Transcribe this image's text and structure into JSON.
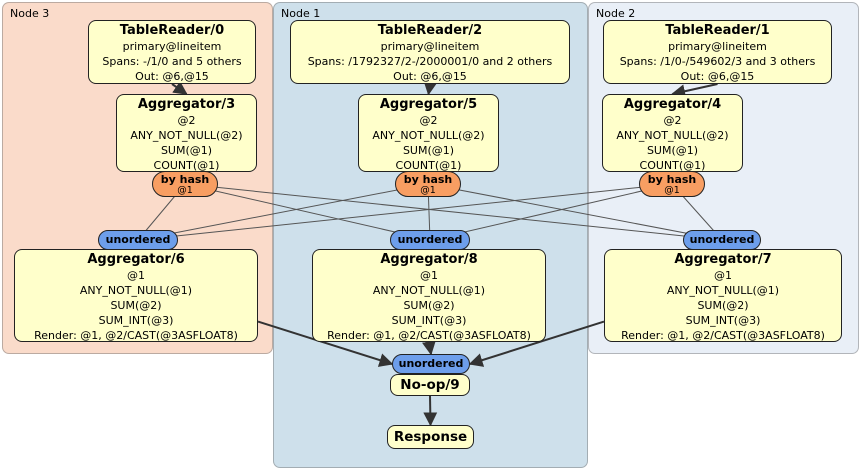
{
  "regions": [
    {
      "label": "Node 3"
    },
    {
      "label": "Node 1"
    },
    {
      "label": "Node 2"
    }
  ],
  "colors": {
    "node3_bg": "#fadbca",
    "node1_bg": "#cee0eb",
    "node2_bg": "#e9eff7",
    "box_bg": "#ffffcb",
    "hash_bg": "#f89e62",
    "sync_bg": "#6d9eeb",
    "edge_thick": "#333333",
    "edge_thin": "#555555"
  },
  "boxes": {
    "tr0": {
      "title": "TableReader/0",
      "lines": [
        "primary@lineitem",
        "Spans: -/1/0 and 5 others",
        "Out: @6,@15"
      ]
    },
    "tr2": {
      "title": "TableReader/2",
      "lines": [
        "primary@lineitem",
        "Spans: /1792327/2-/2000001/0 and 2 others",
        "Out: @6,@15"
      ]
    },
    "tr1": {
      "title": "TableReader/1",
      "lines": [
        "primary@lineitem",
        "Spans: /1/0-/549602/3 and 3 others",
        "Out: @6,@15"
      ]
    },
    "agg3": {
      "title": "Aggregator/3",
      "lines": [
        "@2",
        "ANY_NOT_NULL(@2)",
        "SUM(@1)",
        "COUNT(@1)"
      ]
    },
    "agg5": {
      "title": "Aggregator/5",
      "lines": [
        "@2",
        "ANY_NOT_NULL(@2)",
        "SUM(@1)",
        "COUNT(@1)"
      ]
    },
    "agg4": {
      "title": "Aggregator/4",
      "lines": [
        "@2",
        "ANY_NOT_NULL(@2)",
        "SUM(@1)",
        "COUNT(@1)"
      ]
    },
    "agg6": {
      "title": "Aggregator/6",
      "lines": [
        "@1",
        "ANY_NOT_NULL(@1)",
        "SUM(@2)",
        "SUM_INT(@3)",
        "Render: @1, @2/CAST(@3ASFLOAT8)"
      ]
    },
    "agg8": {
      "title": "Aggregator/8",
      "lines": [
        "@1",
        "ANY_NOT_NULL(@1)",
        "SUM(@2)",
        "SUM_INT(@3)",
        "Render: @1, @2/CAST(@3ASFLOAT8)"
      ]
    },
    "agg7": {
      "title": "Aggregator/7",
      "lines": [
        "@1",
        "ANY_NOT_NULL(@1)",
        "SUM(@2)",
        "SUM_INT(@3)",
        "Render: @1, @2/CAST(@3ASFLOAT8)"
      ]
    },
    "noop": {
      "title": "No-op/9"
    },
    "response": {
      "title": "Response"
    }
  },
  "routers": {
    "hash": {
      "label": "by hash",
      "sub": "@1"
    },
    "unordered": {
      "label": "unordered"
    }
  },
  "edges": [
    {
      "from": "tr0",
      "to": "agg3",
      "style": "thick",
      "fromA": "bottom",
      "toA": "top"
    },
    {
      "from": "tr2",
      "to": "agg5",
      "style": "thick",
      "fromA": "bottom",
      "toA": "top"
    },
    {
      "from": "tr1",
      "to": "agg4",
      "style": "thick",
      "fromA": "bottom",
      "toA": "top"
    },
    {
      "from": "hash1",
      "to": "un1",
      "style": "thin",
      "fromA": "center",
      "toA": "center"
    },
    {
      "from": "hash1",
      "to": "un2",
      "style": "thin",
      "fromA": "center",
      "toA": "center"
    },
    {
      "from": "hash1",
      "to": "un3",
      "style": "thin",
      "fromA": "center",
      "toA": "center"
    },
    {
      "from": "hash2",
      "to": "un1",
      "style": "thin",
      "fromA": "center",
      "toA": "center"
    },
    {
      "from": "hash2",
      "to": "un2",
      "style": "thin",
      "fromA": "center",
      "toA": "center"
    },
    {
      "from": "hash2",
      "to": "un3",
      "style": "thin",
      "fromA": "center",
      "toA": "center"
    },
    {
      "from": "hash3",
      "to": "un1",
      "style": "thin",
      "fromA": "center",
      "toA": "center"
    },
    {
      "from": "hash3",
      "to": "un2",
      "style": "thin",
      "fromA": "center",
      "toA": "center"
    },
    {
      "from": "hash3",
      "to": "un3",
      "style": "thin",
      "fromA": "center",
      "toA": "center"
    },
    {
      "from": "agg6",
      "to": "un4",
      "style": "thick",
      "fromA": "rightlow",
      "toA": "left"
    },
    {
      "from": "agg8",
      "to": "un4",
      "style": "thick",
      "fromA": "bottom",
      "toA": "top"
    },
    {
      "from": "agg7",
      "to": "un4",
      "style": "thick",
      "fromA": "leftlow",
      "toA": "right"
    },
    {
      "from": "noop",
      "to": "response",
      "style": "thick",
      "fromA": "bottom",
      "toA": "top"
    }
  ]
}
